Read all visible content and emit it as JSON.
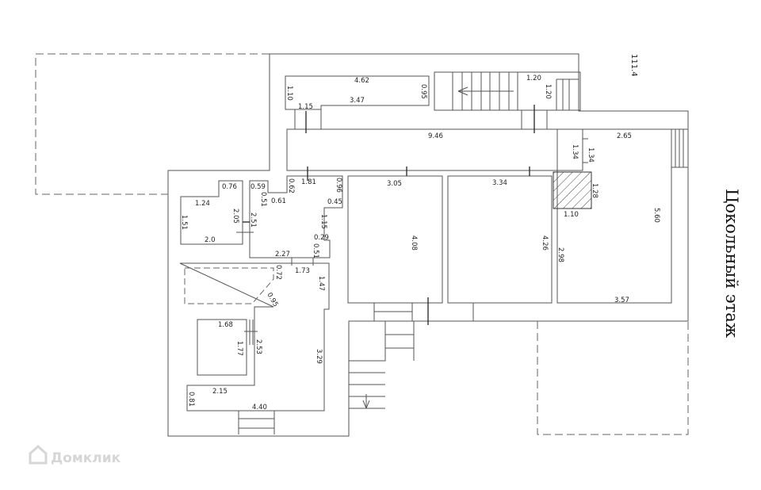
{
  "title": "Цокольный этаж",
  "area_label": "111.4",
  "watermark": "Домклик",
  "dimensions": {
    "top_room_width": "4.62",
    "top_room_inner": "3.47",
    "top_room_left": "1.10",
    "top_room_right": "0.95",
    "top_room_step": "1.15",
    "stair_top": "1.20",
    "stair_side": "1.20",
    "corridor": "9.46",
    "corridor_end_a": "1.34",
    "corridor_end_b": "1.34",
    "right_room_top": "2.65",
    "right_room_side": "5.60",
    "right_room_bottom": "3.57",
    "right_room_inner": "2.98",
    "shaft_side": "1.28",
    "shaft_bottom": "1.10",
    "room_a_width": "3.05",
    "room_a_depth": "4.08",
    "room_b_width": "3.34",
    "room_b_depth": "4.26",
    "small_room_top": "0.76",
    "small_room_step": "1.24",
    "small_room_left": "1.51",
    "small_room_right": "2.05",
    "small_room_bottom": "2.0",
    "hall_a": "0.59",
    "hall_b": "0.51",
    "hall_c": "0.61",
    "hall_d": "0.62",
    "hall_e": "1.81",
    "hall_f": "0.96",
    "hall_g": "0.45",
    "hall_h": "1.15",
    "hall_i": "0.29",
    "hall_j": "0.51",
    "hall_k": "2.51",
    "hall_bottom": "2.27",
    "lower_a": "1.73",
    "lower_b": "0.72",
    "lower_c": "1.47",
    "lower_diag": "0.95",
    "lower_d": "1.68",
    "lower_e": "1.77",
    "lower_f": "2.53",
    "lower_g": "3.29",
    "lower_h": "2.15",
    "lower_i": "0.81",
    "lower_bottom": "4.40"
  }
}
